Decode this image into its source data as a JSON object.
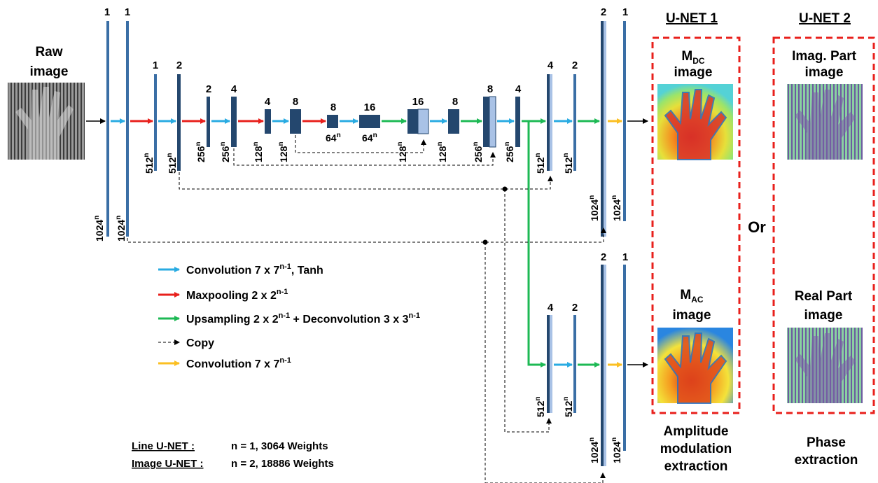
{
  "diagram": {
    "input": {
      "line1": "Raw",
      "line2": "image"
    },
    "superscript_n": "n",
    "unet1": {
      "title": "U-NET 1",
      "dc_base": "M",
      "dc_sub": "DC",
      "dc_word": "image",
      "ac_base": "M",
      "ac_sub": "AC",
      "ac_word": "image"
    },
    "unet2": {
      "title": "U-NET 2",
      "imag_line1": "Imag. Part",
      "imag_line2": "image",
      "real_line1": "Real Part",
      "real_line2": "image"
    },
    "or_label": "Or",
    "captions": {
      "amp_1": "Amplitude",
      "amp_2": "modulation",
      "amp_3": "extraction",
      "phase_1": "Phase",
      "phase_2": "extraction"
    },
    "encoder_channels": [
      "1",
      "1",
      "1",
      "2",
      "2",
      "4",
      "4",
      "8",
      "8",
      "16",
      "16",
      "8",
      "8",
      "4",
      "4",
      "2",
      "2",
      "1"
    ],
    "sizes": {
      "s1024": "1024",
      "s512": "512",
      "s256": "256",
      "s128": "128",
      "s64": "64"
    },
    "legend": {
      "conv_tanh": {
        "main": "Convolution 7 x 7",
        "sup": "n-1",
        "tail": ", Tanh",
        "color": "#29abe2"
      },
      "maxpool": {
        "main": "Maxpooling 2 x 2",
        "sup": "n-1",
        "color": "#e8201c"
      },
      "upsample": {
        "main": "Upsampling 2 x 2",
        "sup": "n-1",
        "mid": " + Deconvolution 3 x 3",
        "sup2": "n-1",
        "color": "#1db954"
      },
      "copy": {
        "main": "Copy",
        "color": "#000000"
      },
      "conv_final": {
        "main": "Convolution 7 x 7",
        "sup": "n-1",
        "color": "#fbbf22"
      }
    },
    "footnote": {
      "line_label": "Line U-NET :",
      "line_value": "n = 1,   3064 Weights",
      "image_label": "Image U-NET :",
      "image_value": "n = 2,  18886 Weights"
    },
    "colors": {
      "layer_dark": "#24476e",
      "layer_mid": "#3a6ea5",
      "layer_light": "#a9c2e6",
      "dashed_red": "#e8201c"
    }
  }
}
